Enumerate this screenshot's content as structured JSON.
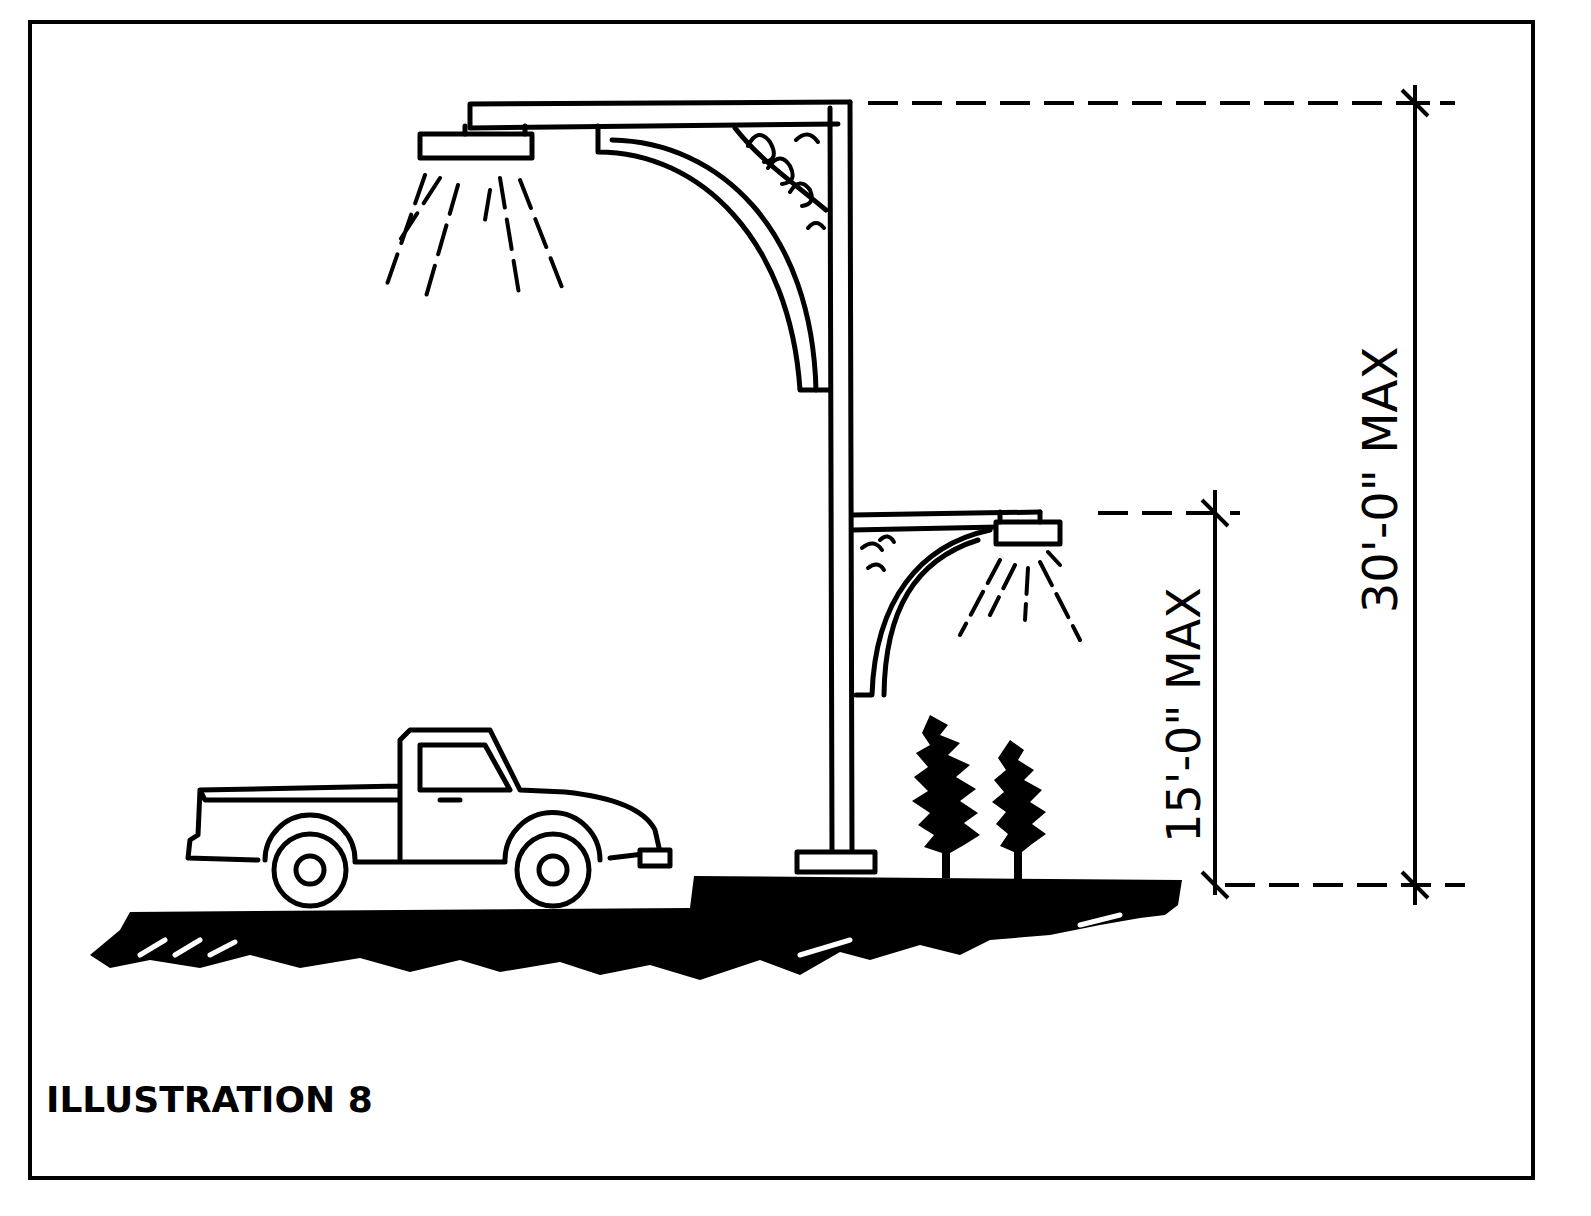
{
  "diagram": {
    "caption": "ILLUSTRATION 8",
    "labels": [
      "30'-0\" MAX",
      "15'-0\" MAX"
    ]
  }
}
